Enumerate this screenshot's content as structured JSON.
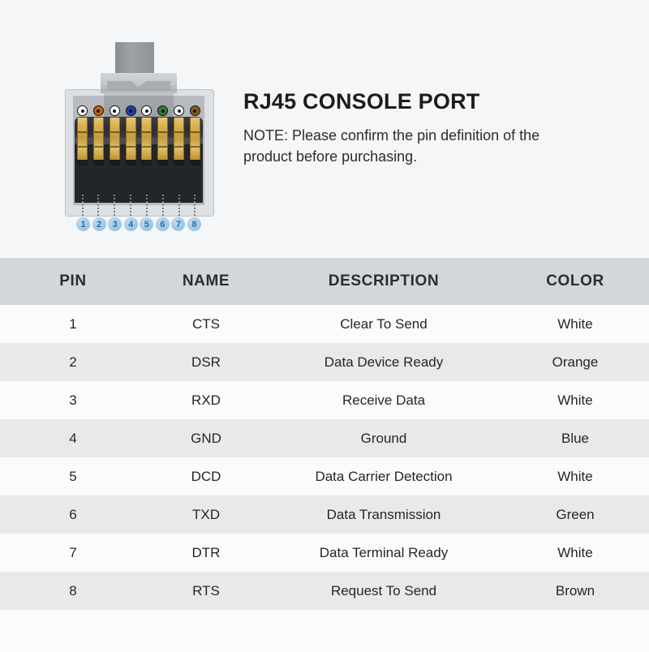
{
  "background_color": "#f5f6f8",
  "hero": {
    "title": "RJ45 CONSOLE PORT",
    "note": "NOTE: Please confirm the pin definition of the product before purchasing."
  },
  "connector": {
    "label": "rj45-plug-illustration",
    "pin_count": 8,
    "pin_badges": [
      "1",
      "2",
      "3",
      "4",
      "5",
      "6",
      "7",
      "8"
    ],
    "badge_color": "#9ec8e6",
    "badge_text_color": "#2a6a9c",
    "contact_color": "#d8ad4e",
    "housing_color": "#2c2f31",
    "wire_colors": [
      {
        "pin": "1",
        "name": "White",
        "hex": "#ffffff"
      },
      {
        "pin": "2",
        "name": "Orange",
        "hex": "#c2660f"
      },
      {
        "pin": "3",
        "name": "White",
        "hex": "#ffffff"
      },
      {
        "pin": "4",
        "name": "Blue",
        "hex": "#1a3fa8"
      },
      {
        "pin": "5",
        "name": "White",
        "hex": "#ffffff"
      },
      {
        "pin": "6",
        "name": "Green",
        "hex": "#2e7d2e"
      },
      {
        "pin": "7",
        "name": "White",
        "hex": "#ffffff"
      },
      {
        "pin": "8",
        "name": "Brown",
        "hex": "#8a5a1e"
      }
    ]
  },
  "table": {
    "header_bg": "#d4d7d9",
    "stripe_bg": "#e8e9eb",
    "columns": [
      "PIN",
      "NAME",
      "DESCRIPTION",
      "COLOR"
    ],
    "rows": [
      {
        "pin": "1",
        "name": "CTS",
        "description": "Clear To Send",
        "color": "White"
      },
      {
        "pin": "2",
        "name": "DSR",
        "description": "Data Device Ready",
        "color": "Orange"
      },
      {
        "pin": "3",
        "name": "RXD",
        "description": "Receive Data",
        "color": "White"
      },
      {
        "pin": "4",
        "name": "GND",
        "description": "Ground",
        "color": "Blue"
      },
      {
        "pin": "5",
        "name": "DCD",
        "description": "Data Carrier Detection",
        "color": "White"
      },
      {
        "pin": "6",
        "name": "TXD",
        "description": "Data Transmission",
        "color": "Green"
      },
      {
        "pin": "7",
        "name": "DTR",
        "description": "Data Terminal Ready",
        "color": "White"
      },
      {
        "pin": "8",
        "name": "RTS",
        "description": "Request To Send",
        "color": "Brown"
      }
    ]
  }
}
